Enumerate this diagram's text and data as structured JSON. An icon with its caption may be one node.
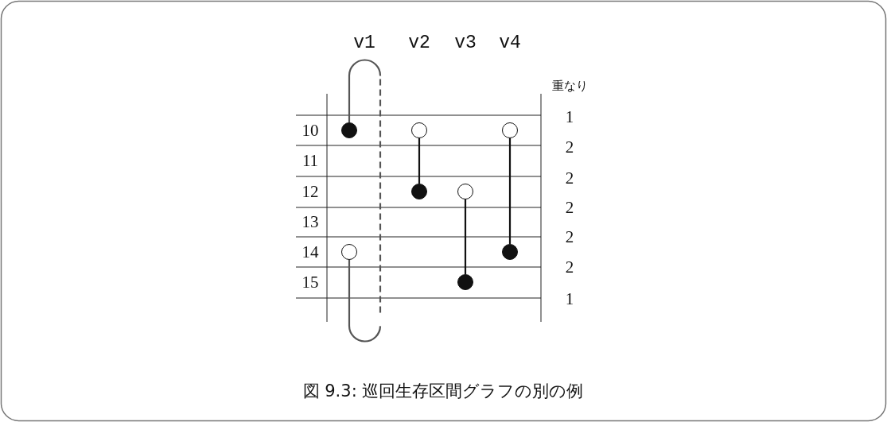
{
  "diagram": {
    "caption": "図 9.3: 巡回生存区間グラフの別の例",
    "nodes": [
      {
        "text": [],
        "shape": "dot"
      },
      {
        "text": [],
        "shape": "circle"
      },
      {
        "text": [],
        "shape": "circle"
      },
      {
        "text": [],
        "shape": "dot"
      },
      {
        "text": [],
        "shape": "circle"
      },
      {
        "text": [],
        "shape": "circle"
      },
      {
        "text": [],
        "shape": "dot"
      },
      {
        "text": [],
        "shape": "dot"
      }
    ],
    "edges": [
      {
        "from": 0,
        "to": 5,
        "arrow": "none",
        "style": "dashed"
      },
      {
        "from": 1,
        "to": 3,
        "arrow": "none"
      },
      {
        "from": 2,
        "to": 6,
        "arrow": "none"
      },
      {
        "from": 4,
        "to": 7,
        "arrow": "none"
      }
    ],
    "labels": [
      "v1",
      "v2",
      "v3",
      "v4",
      "重なり",
      "1",
      "10",
      "2",
      "11",
      "2",
      "12",
      "2",
      "13",
      "2",
      "14",
      "2",
      "15",
      "1"
    ]
  }
}
